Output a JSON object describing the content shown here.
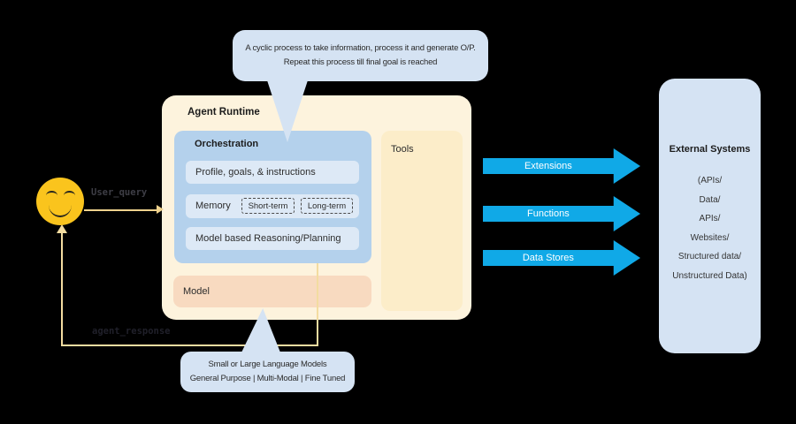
{
  "top_callout": {
    "line1": "A cyclic process to take information, process it and generate O/P.",
    "line2": "Repeat this process till final goal is reached"
  },
  "agent_runtime": {
    "title": "Agent Runtime",
    "orchestration": {
      "title": "Orchestration",
      "row1": "Profile, goals, & instructions",
      "memory_label": "Memory",
      "memory_chips": [
        "Short-term",
        "Long-term"
      ],
      "row3": "Model based Reasoning/Planning"
    },
    "tools_label": "Tools",
    "model_label": "Model"
  },
  "arrows": [
    {
      "label": "Extensions"
    },
    {
      "label": "Functions"
    },
    {
      "label": "Data Stores"
    }
  ],
  "external_systems": {
    "title": "External Systems",
    "items": [
      "(APIs/",
      "Data/",
      "APIs/",
      "Websites/",
      "Structured data/",
      "Unstructured Data)"
    ]
  },
  "flow_labels": {
    "user_query": "User_query",
    "agent_response": "agent_response"
  },
  "bottom_callout": {
    "line1": "Small or Large Language Models",
    "line2": "General Purpose | Multi-Modal | Fine Tuned"
  },
  "colors": {
    "background": "#000000",
    "runtime_bg": "#FDF3DD",
    "orchestration_bg": "#B4D1EC",
    "inner_row_bg": "#DDE9F6",
    "tools_bg": "#FCEDC9",
    "model_bg": "#F8DAC0",
    "callout_bg": "#D5E3F3",
    "arrow_cyan": "#10A9E7",
    "connector_yellow": "#F3DCA0",
    "smiley_yellow": "#FAC41D"
  }
}
